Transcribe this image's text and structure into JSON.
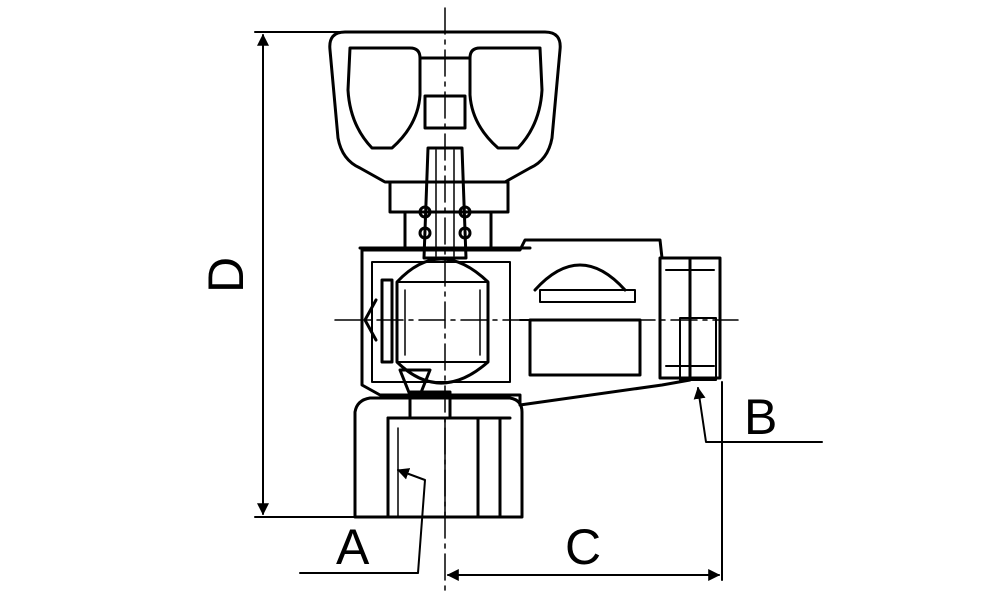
{
  "drawing": {
    "labels": {
      "a": "A",
      "b": "B",
      "c": "C",
      "d": "D"
    },
    "colors": {
      "line": "#000000",
      "background": "#ffffff"
    }
  }
}
